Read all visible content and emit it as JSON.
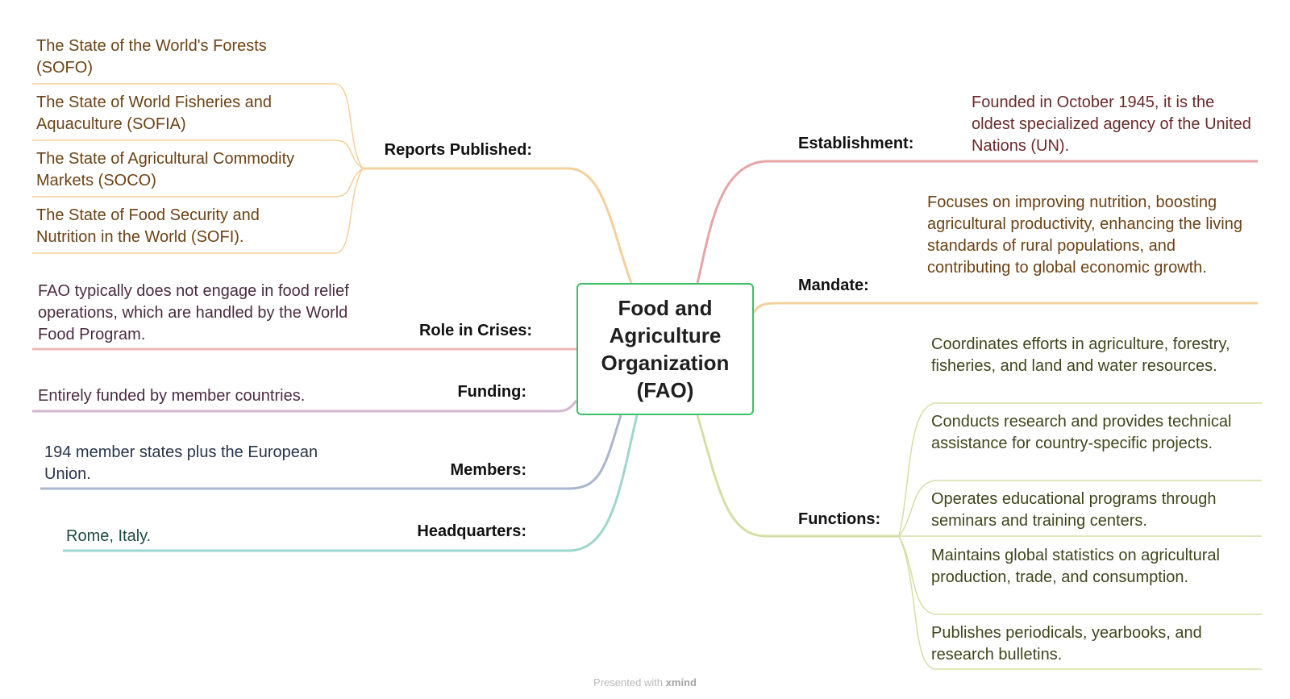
{
  "central_topic": "Food and\nAgriculture\nOrganization\n(FAO)",
  "right_branches": {
    "establishment": {
      "label": "Establishment:",
      "items": [
        "Founded in October 1945, it is the oldest specialized agency of the United Nations (UN)."
      ]
    },
    "mandate": {
      "label": "Mandate:",
      "items": [
        "Focuses on improving nutrition, boosting agricultural productivity, enhancing the living standards of rural populations, and contributing to global economic growth."
      ]
    },
    "functions": {
      "label": "Functions:",
      "items": [
        "Coordinates efforts in agriculture, forestry, fisheries, and land and water resources.",
        "Conducts research and provides technical assistance for country-specific projects.",
        "Operates educational programs through seminars and training centers.",
        "Maintains global statistics on agricultural production, trade, and consumption.",
        "Publishes periodicals, yearbooks, and research bulletins."
      ]
    }
  },
  "left_branches": {
    "reports": {
      "label": "Reports Published:",
      "items": [
        "The State of the World's Forests (SOFO)",
        "The State of World Fisheries and Aquaculture (SOFIA)",
        "The State of Agricultural Commodity Markets (SOCO)",
        "The State of Food Security and Nutrition in the World (SOFI)."
      ]
    },
    "crises": {
      "label": "Role in Crises:",
      "items": [
        "FAO typically does not engage in food relief operations, which are handled by the World Food Program."
      ]
    },
    "funding": {
      "label": "Funding:",
      "items": [
        "Entirely funded by member countries."
      ]
    },
    "members": {
      "label": "Members:",
      "items": [
        "194 member states plus the European Union."
      ]
    },
    "headquarters": {
      "label": "Headquarters:",
      "items": [
        "Rome, Italy."
      ]
    }
  },
  "colors": {
    "central_border": "#3dbf6a",
    "establishment": "#e6a4a4",
    "mandate": "#f3d19c",
    "functions": "#d6dea5",
    "reports": "#f5cf9c",
    "crises": "#ecb8b8",
    "funding": "#d3b6cd",
    "members": "#a9b6cc",
    "headquarters": "#9fd6cb"
  },
  "footer": {
    "prefix": "Presented with",
    "brand": "xmind"
  }
}
